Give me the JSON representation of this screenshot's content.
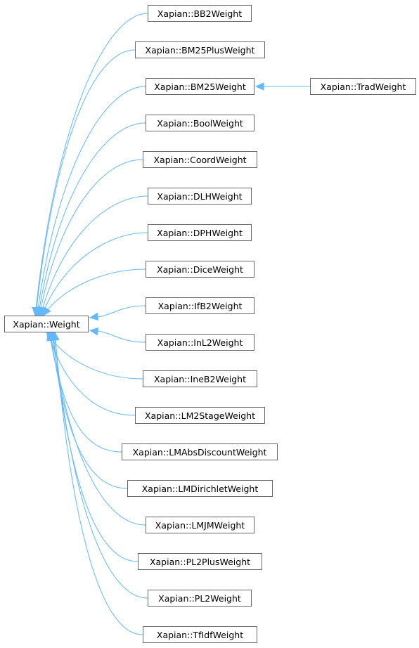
{
  "diagram": {
    "base_class": "Xapian::Weight",
    "derived_classes": [
      "Xapian::BB2Weight",
      "Xapian::BM25PlusWeight",
      "Xapian::BM25Weight",
      "Xapian::BoolWeight",
      "Xapian::CoordWeight",
      "Xapian::DLHWeight",
      "Xapian::DPHWeight",
      "Xapian::DiceWeight",
      "Xapian::IfB2Weight",
      "Xapian::InL2Weight",
      "Xapian::IneB2Weight",
      "Xapian::LM2StageWeight",
      "Xapian::LMAbsDiscountWeight",
      "Xapian::LMDirichletWeight",
      "Xapian::LMJMWeight",
      "Xapian::PL2PlusWeight",
      "Xapian::PL2Weight",
      "Xapian::TfIdfWeight"
    ],
    "sub_derived": {
      "parent": "Xapian::BM25Weight",
      "child": "Xapian::TradWeight"
    },
    "colors": {
      "edge": "#63b8ff",
      "node_border": "#666666",
      "node_fill": "#ffffff",
      "text": "#000000"
    }
  }
}
